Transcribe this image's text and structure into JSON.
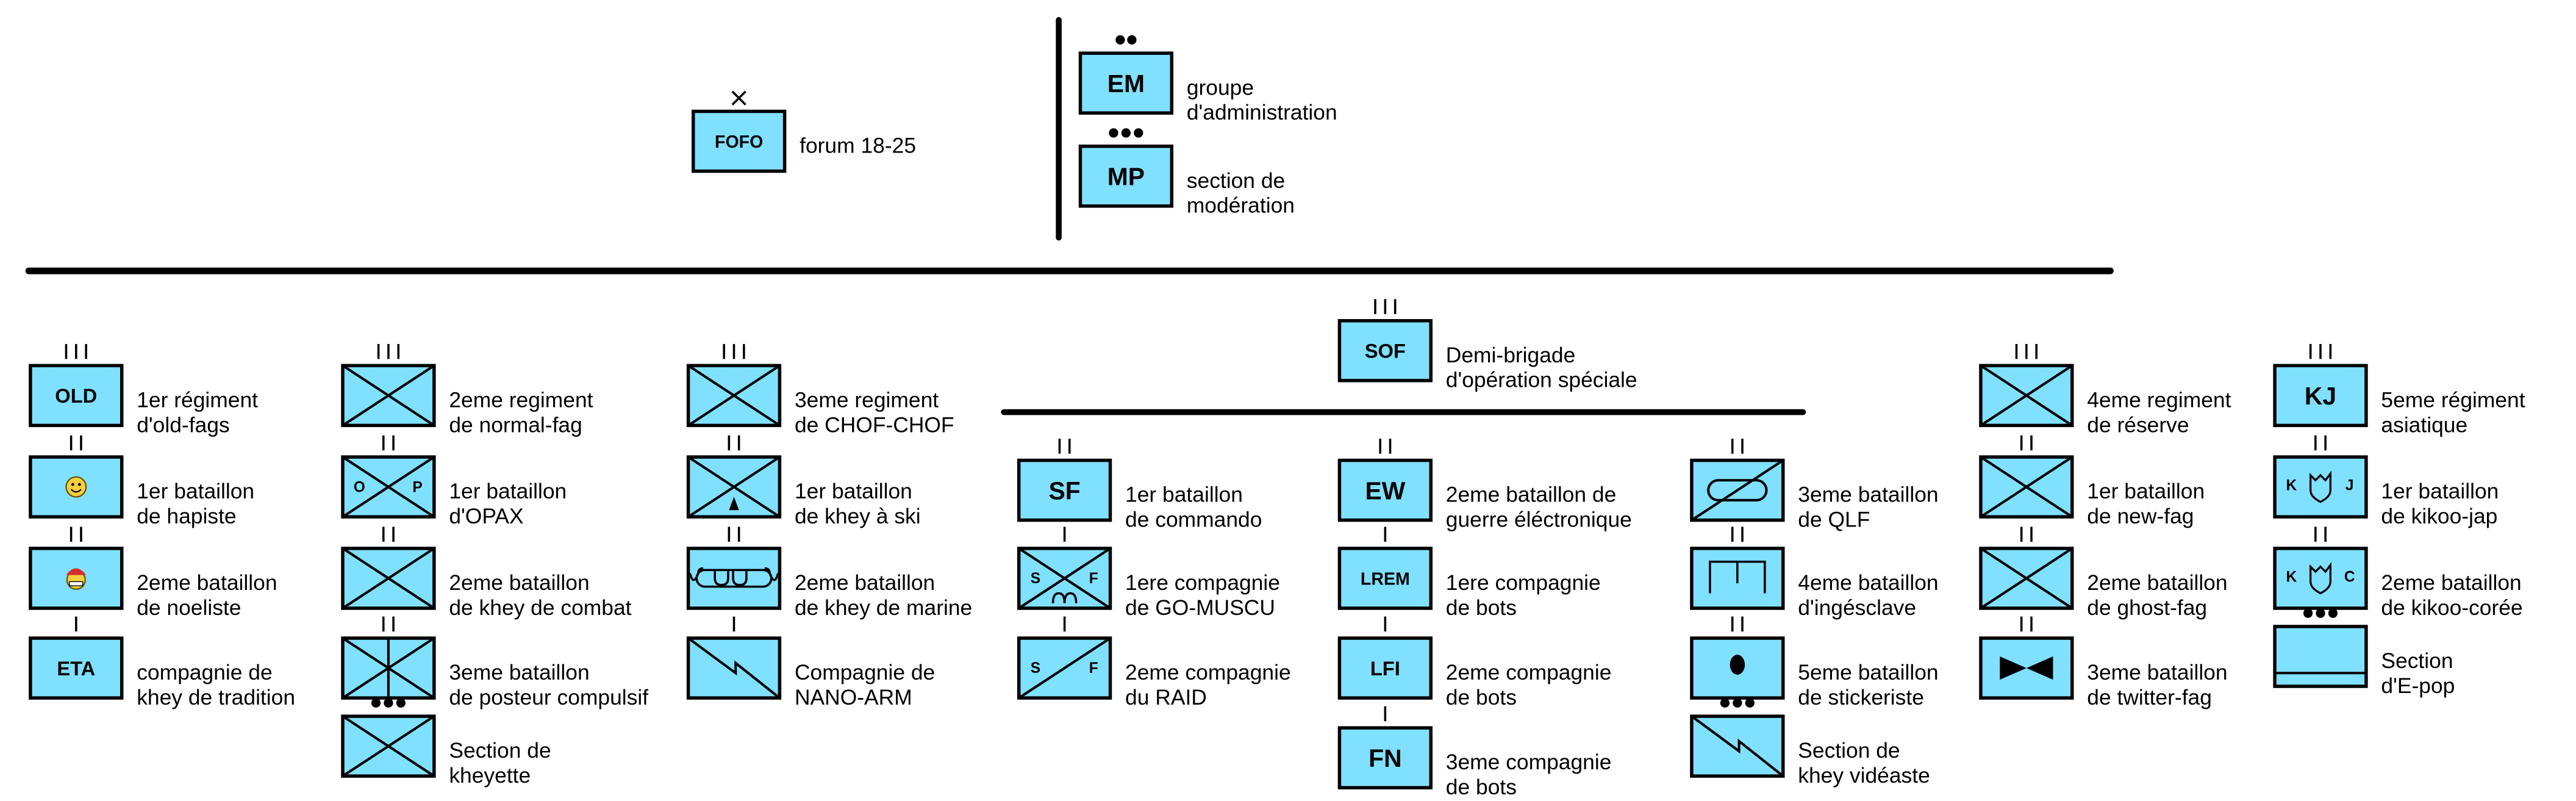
{
  "colors": {
    "unit_fill": "#80e0ff",
    "stroke": "#000000"
  },
  "units": [
    {
      "echelon": "brigade",
      "symbol": "code",
      "code": "FOFO",
      "label": [
        "forum 18-25"
      ]
    },
    {
      "echelon": "platoon",
      "symbol": "code",
      "code": "EM",
      "label": [
        "groupe",
        "d'administration"
      ]
    },
    {
      "echelon": "section",
      "symbol": "code",
      "code": "MP",
      "label": [
        "section de",
        "modération"
      ]
    },
    {
      "echelon": "regiment",
      "symbol": "code",
      "code": "SOF",
      "label": [
        "Demi-brigade",
        "d'opération spéciale"
      ]
    },
    {
      "echelon": "regiment",
      "symbol": "code",
      "code": "OLD",
      "label": [
        "1er régiment",
        "d'old-fags"
      ]
    },
    {
      "echelon": "battalion",
      "symbol": "smiley-icon",
      "label": [
        "1er bataillon",
        "de hapiste"
      ]
    },
    {
      "echelon": "battalion",
      "symbol": "santa-smiley-icon",
      "label": [
        "2eme bataillon",
        "de noeliste"
      ]
    },
    {
      "echelon": "company",
      "symbol": "code",
      "code": "ETA",
      "label": [
        "compagnie de",
        "khey de tradition"
      ]
    },
    {
      "echelon": "regiment",
      "symbol": "infantry",
      "label": [
        "2eme regiment",
        "de normal-fag"
      ]
    },
    {
      "echelon": "battalion",
      "symbol": "infantry-op",
      "letters": [
        "O",
        "P"
      ],
      "label": [
        "1er bataillon",
        "d'OPAX"
      ]
    },
    {
      "echelon": "battalion",
      "symbol": "infantry",
      "label": [
        "2eme bataillon",
        "de khey de combat"
      ]
    },
    {
      "echelon": "battalion",
      "symbol": "infantry-split",
      "label": [
        "3eme bataillon",
        "de posteur compulsif"
      ]
    },
    {
      "echelon": "section",
      "symbol": "infantry",
      "label": [
        "Section de",
        "kheyette"
      ]
    },
    {
      "echelon": "regiment",
      "symbol": "infantry",
      "label": [
        "3eme regiment",
        "de CHOF-CHOF"
      ]
    },
    {
      "echelon": "battalion",
      "symbol": "infantry-ski",
      "label": [
        "1er bataillon",
        "de khey à ski"
      ]
    },
    {
      "echelon": "battalion",
      "symbol": "amphibious",
      "label": [
        "2eme bataillon",
        "de khey de marine"
      ]
    },
    {
      "echelon": "company",
      "symbol": "signal",
      "label": [
        "Compagnie de",
        "NANO-ARM"
      ]
    },
    {
      "echelon": "battalion",
      "symbol": "code",
      "code": "SF",
      "label": [
        "1er bataillon",
        "de commando"
      ]
    },
    {
      "echelon": "company",
      "symbol": "infantry-sf",
      "letters": [
        "S",
        "F"
      ],
      "label": [
        "1ere compagnie",
        "de GO-MUSCU"
      ]
    },
    {
      "echelon": "company",
      "symbol": "diagonal-sf",
      "letters": [
        "S",
        "F"
      ],
      "label": [
        "2eme compagnie",
        "du RAID"
      ]
    },
    {
      "echelon": "battalion",
      "symbol": "code",
      "code": "EW",
      "label": [
        "2eme bataillon de",
        "guerre éléctronique"
      ]
    },
    {
      "echelon": "company",
      "symbol": "code",
      "code": "LREM",
      "label": [
        "1ere compagnie",
        "de bots"
      ]
    },
    {
      "echelon": "company",
      "symbol": "code",
      "code": "LFI",
      "label": [
        "2eme compagnie",
        "de bots"
      ]
    },
    {
      "echelon": "company",
      "symbol": "code",
      "code": "FN",
      "label": [
        "3eme compagnie",
        "de bots"
      ]
    },
    {
      "echelon": "battalion",
      "symbol": "armored-recon",
      "label": [
        "3eme bataillon",
        "de QLF"
      ]
    },
    {
      "echelon": "battalion",
      "symbol": "engineer",
      "label": [
        "4eme bataillon",
        "d'ingésclave"
      ]
    },
    {
      "echelon": "battalion",
      "symbol": "dot",
      "label": [
        "5eme bataillon",
        "de stickeriste"
      ]
    },
    {
      "echelon": "section",
      "symbol": "signal",
      "label": [
        "Section de",
        "khey vidéaste"
      ]
    },
    {
      "echelon": "regiment",
      "symbol": "infantry",
      "label": [
        "4eme regiment",
        "de réserve"
      ]
    },
    {
      "echelon": "battalion",
      "symbol": "infantry",
      "label": [
        "1er bataillon",
        "de new-fag"
      ]
    },
    {
      "echelon": "battalion",
      "symbol": "infantry",
      "label": [
        "2eme bataillon",
        "de ghost-fag"
      ]
    },
    {
      "echelon": "battalion",
      "symbol": "bowtie",
      "label": [
        "3eme bataillon",
        "de twitter-fag"
      ]
    },
    {
      "echelon": "regiment",
      "symbol": "code",
      "code": "KJ",
      "label": [
        "5eme régiment",
        "asiatique"
      ]
    },
    {
      "echelon": "battalion",
      "symbol": "kikoo",
      "letters": [
        "K",
        "J"
      ],
      "label": [
        "1er bataillon",
        "de kikoo-jap"
      ]
    },
    {
      "echelon": "battalion",
      "symbol": "kikoo",
      "letters": [
        "K",
        "C"
      ],
      "label": [
        "2eme bataillon",
        "de kikoo-corée"
      ]
    },
    {
      "echelon": "section",
      "symbol": "band",
      "label": [
        "Section",
        "d'E-pop"
      ]
    }
  ]
}
